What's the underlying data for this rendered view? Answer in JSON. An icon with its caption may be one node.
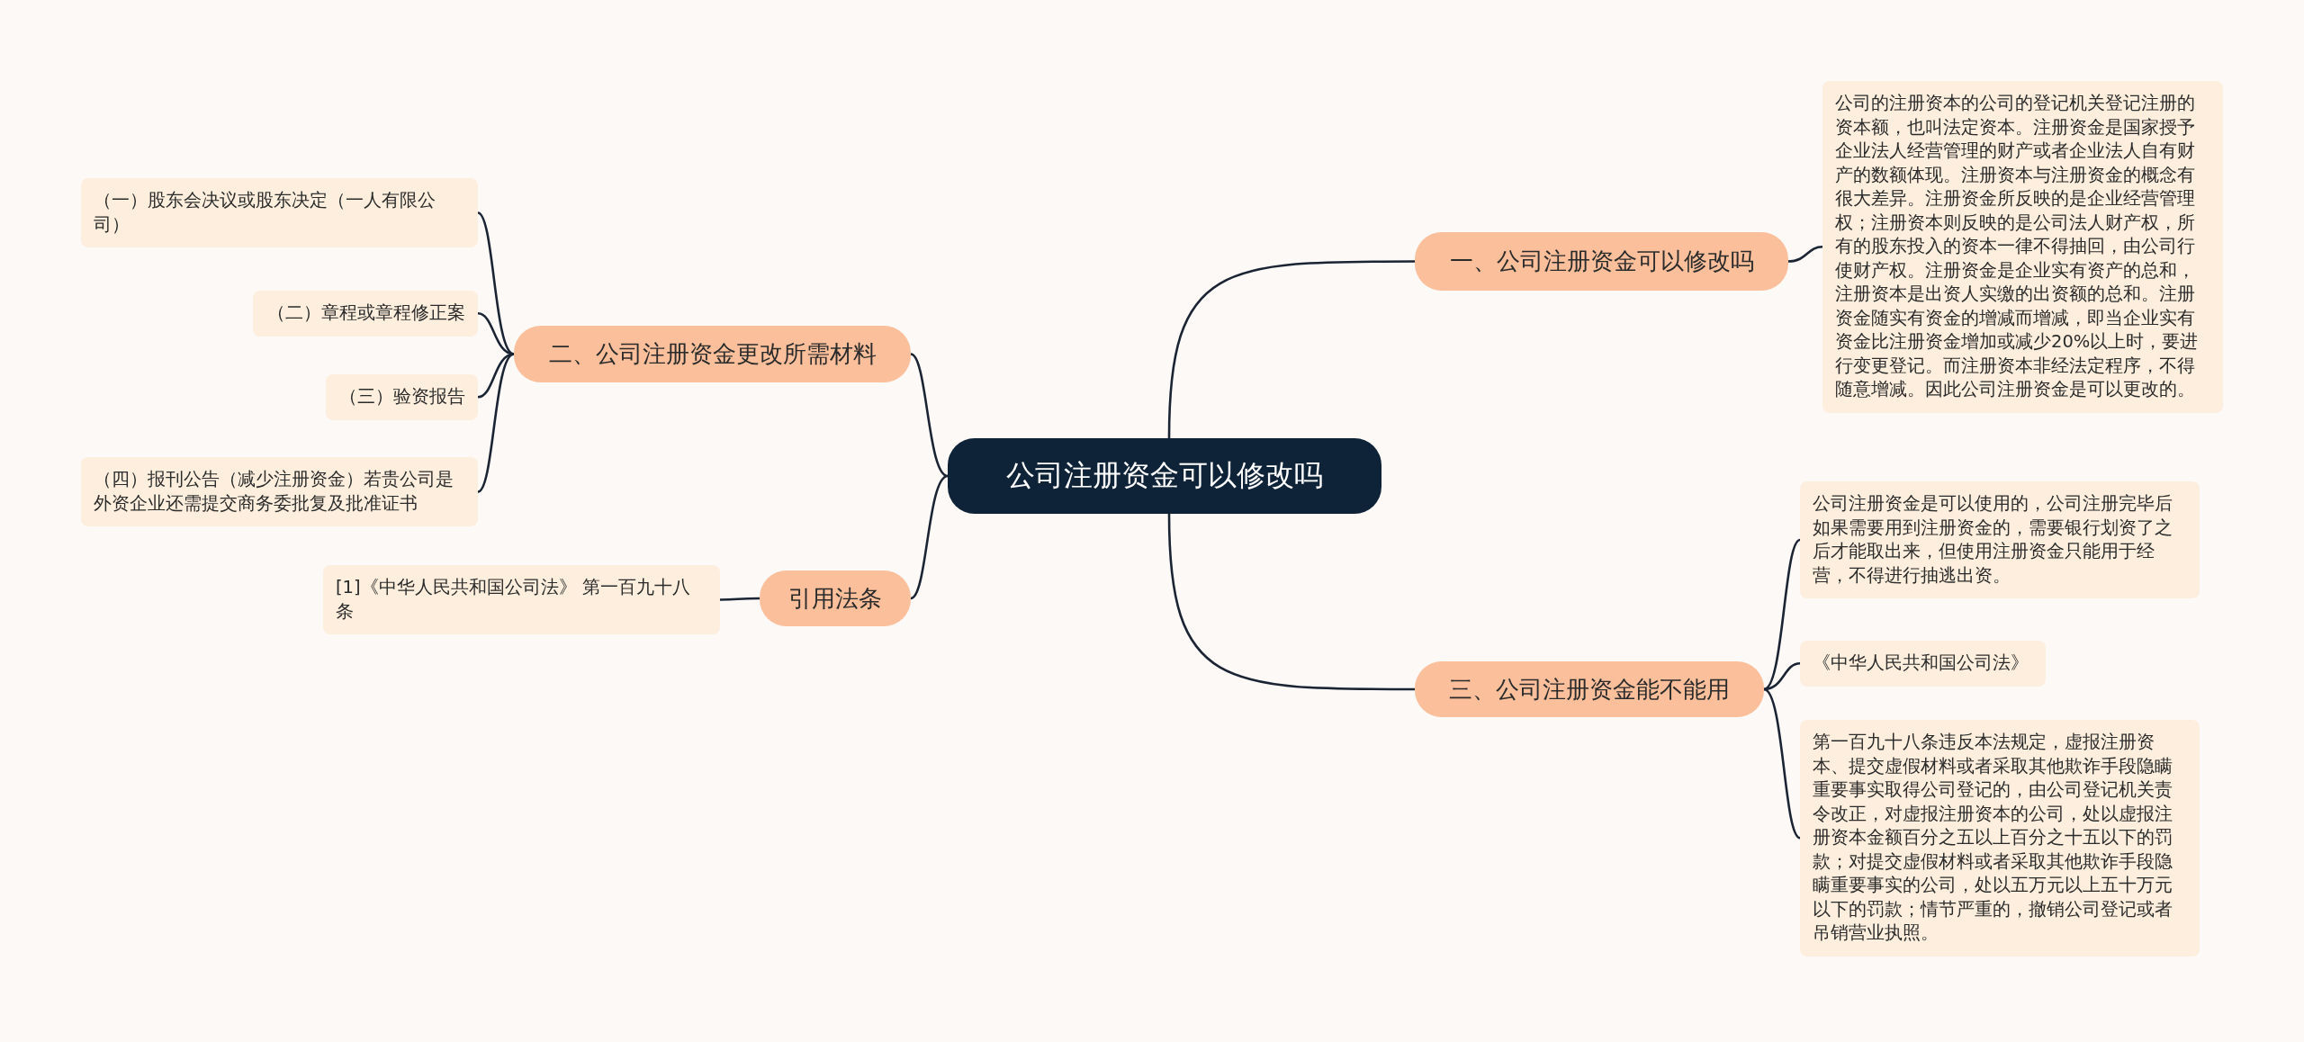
{
  "diagram": {
    "nodes": [
      {
        "text": [
          "公司注册资金可以修改吗"
        ]
      },
      {
        "text": [
          "一、公司注册资金可以修改吗"
        ]
      },
      {
        "text": [
          "公司的注册资本的公司的登记机关登记注册的资本额，也叫法定资本。注册资金是国家授予企业法人经营管理的财产或者企业法人自有财产的数额体现。注册资本与注册资金的概念有很大差异。注册资金所反映的是企业经营管理权；注册资本则反映的是公司法人财产权，所有的股东投入的资本一律不得抽回，由公司行使财产权。注册资金是企业实有资产的总和，注册资本是出资人实缴的出资额的总和。注册资金随实有资金的增减而增减，即当企业实有资金比注册资金增加或减少20%以上时，要进行变更登记。而注册资本非经法定程序，不得随意增减。因此公司注册资金是可以更改的。"
        ]
      },
      {
        "text": [
          "二、公司注册资金更改所需材料"
        ]
      },
      {
        "text": [
          "（一）股东会决议或股东决定（一人有限公司）"
        ]
      },
      {
        "text": [
          "（二）章程或章程修正案"
        ]
      },
      {
        "text": [
          "（三）验资报告"
        ]
      },
      {
        "text": [
          "（四）报刊公告（减少注册资金）若贵公司是外资企业还需提交商务委批复及批准证书"
        ]
      },
      {
        "text": [
          "引用法条"
        ]
      },
      {
        "text": [
          "[1]《中华人民共和国公司法》 第一百九十八条"
        ]
      },
      {
        "text": [
          "三、公司注册资金能不能用"
        ]
      },
      {
        "text": [
          "公司注册资金是可以使用的，公司注册完毕后如果需要用到注册资金的，需要银行划资了之后才能取出来，但使用注册资金只能用于经营，不得进行抽逃出资。"
        ]
      },
      {
        "text": [
          "《中华人民共和国公司法》"
        ]
      },
      {
        "text": [
          "第一百九十八条违反本法规定，虚报注册资本、提交虚假材料或者采取其他欺诈手段隐瞒重要事实取得公司登记的，由公司登记机关责令改正，对虚报注册资本的公司，处以虚报注册资本金额百分之五以上百分之十五以下的罚款；对提交虚假材料或者采取其他欺诈手段隐瞒重要事实的公司，处以五万元以上五十万元以下的罚款；情节严重的，撤销公司登记或者吊销营业执照。"
        ]
      }
    ],
    "edges": [
      {
        "from": 0,
        "to": 1,
        "arrow": "none"
      },
      {
        "from": 1,
        "to": 2,
        "arrow": "none"
      },
      {
        "from": 0,
        "to": 3,
        "arrow": "none"
      },
      {
        "from": 3,
        "to": 4,
        "arrow": "none"
      },
      {
        "from": 3,
        "to": 5,
        "arrow": "none"
      },
      {
        "from": 3,
        "to": 6,
        "arrow": "none"
      },
      {
        "from": 3,
        "to": 7,
        "arrow": "none"
      },
      {
        "from": 0,
        "to": 8,
        "arrow": "none"
      },
      {
        "from": 8,
        "to": 9,
        "arrow": "none"
      },
      {
        "from": 0,
        "to": 10,
        "arrow": "none"
      },
      {
        "from": 10,
        "to": 11,
        "arrow": "none"
      },
      {
        "from": 10,
        "to": 12,
        "arrow": "none"
      },
      {
        "from": 10,
        "to": 13,
        "arrow": "none"
      }
    ]
  }
}
